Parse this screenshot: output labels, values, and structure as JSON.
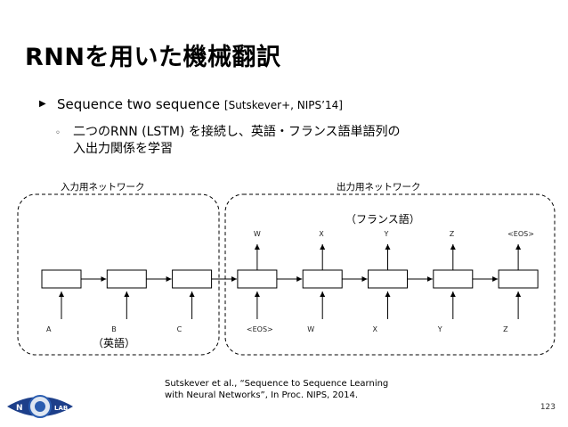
{
  "slide": {
    "title": "RNNを用いた機械翻訳",
    "bullet1_main": "Sequence two sequence ",
    "bullet1_ref": "[Sutskever+, NIPS’14]",
    "bullet2_line1": "二つのRNN (LSTM) を接続し、英語・フランス語単語列の",
    "bullet2_line2": "入出力関係を学習",
    "page_number": "123"
  },
  "diagram": {
    "input_network_label": "入力用ネットワーク",
    "output_network_label": "出力用ネットワーク",
    "output_language_label": "（フランス語）",
    "input_language_label": "（英語）",
    "input_tokens": [
      "A",
      "B",
      "C",
      "<EOS>",
      "W",
      "X",
      "Y",
      "Z"
    ],
    "output_tokens": [
      "W",
      "X",
      "Y",
      "Z",
      "<EOS>"
    ]
  },
  "citation": {
    "line1": "Sutskever et al., “Sequence to Sequence Learning",
    "line2": "with Neural Networks”, In Proc. NIPS, 2014."
  },
  "logo": {
    "left_text": "N",
    "right_text": "LAB"
  }
}
